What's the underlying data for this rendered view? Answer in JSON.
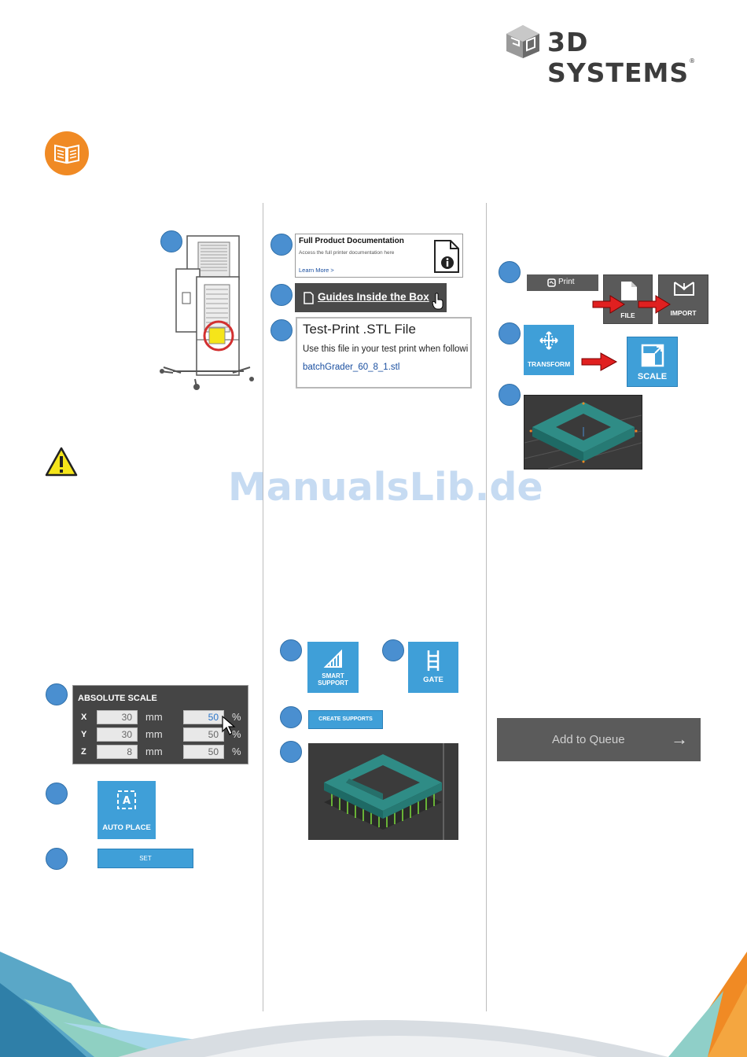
{
  "header": {
    "brand": "3D SYSTEMS",
    "trademark": "®"
  },
  "watermark": "ManualsLib.de",
  "column2": {
    "doc_card": {
      "title": "Full Product Documentation",
      "subtitle": "Access the full printer documentation here",
      "link": "Learn More >"
    },
    "guide_button": "Guides Inside the Box",
    "stl_card": {
      "title": "Test-Print .STL File",
      "description": "Use this file in your test print when followi",
      "file_link": "batchGrader_60_8_1.stl"
    },
    "smart_support": "SMART SUPPORT",
    "smart_support_line1": "SMART",
    "smart_support_line2": "SUPPORT",
    "gate": "GATE",
    "create_supports": "CREATE SUPPORTS"
  },
  "column1": {
    "scale_panel": {
      "title": "ABSOLUTE SCALE",
      "rows": [
        {
          "axis": "X",
          "value": "30",
          "unit": "mm",
          "percent": "50",
          "percent_unit": "%"
        },
        {
          "axis": "Y",
          "value": "30",
          "unit": "mm",
          "percent": "50",
          "percent_unit": "%"
        },
        {
          "axis": "Z",
          "value": "8",
          "unit": "mm",
          "percent": "50",
          "percent_unit": "%"
        }
      ]
    },
    "auto_place": "AUTO PLACE",
    "set": "SET"
  },
  "column3": {
    "print_tab": "Print",
    "file": "FILE",
    "import": "IMPORT",
    "transform": "TRANSFORM",
    "scale": "SCALE",
    "add_to_queue": "Add to Queue",
    "queue_arrow": "→"
  },
  "colors": {
    "step_circle": "#4a8fd0",
    "tile_blue": "#3f9fd8",
    "accent_orange": "#f08a24",
    "arrow_red": "#e02020"
  }
}
